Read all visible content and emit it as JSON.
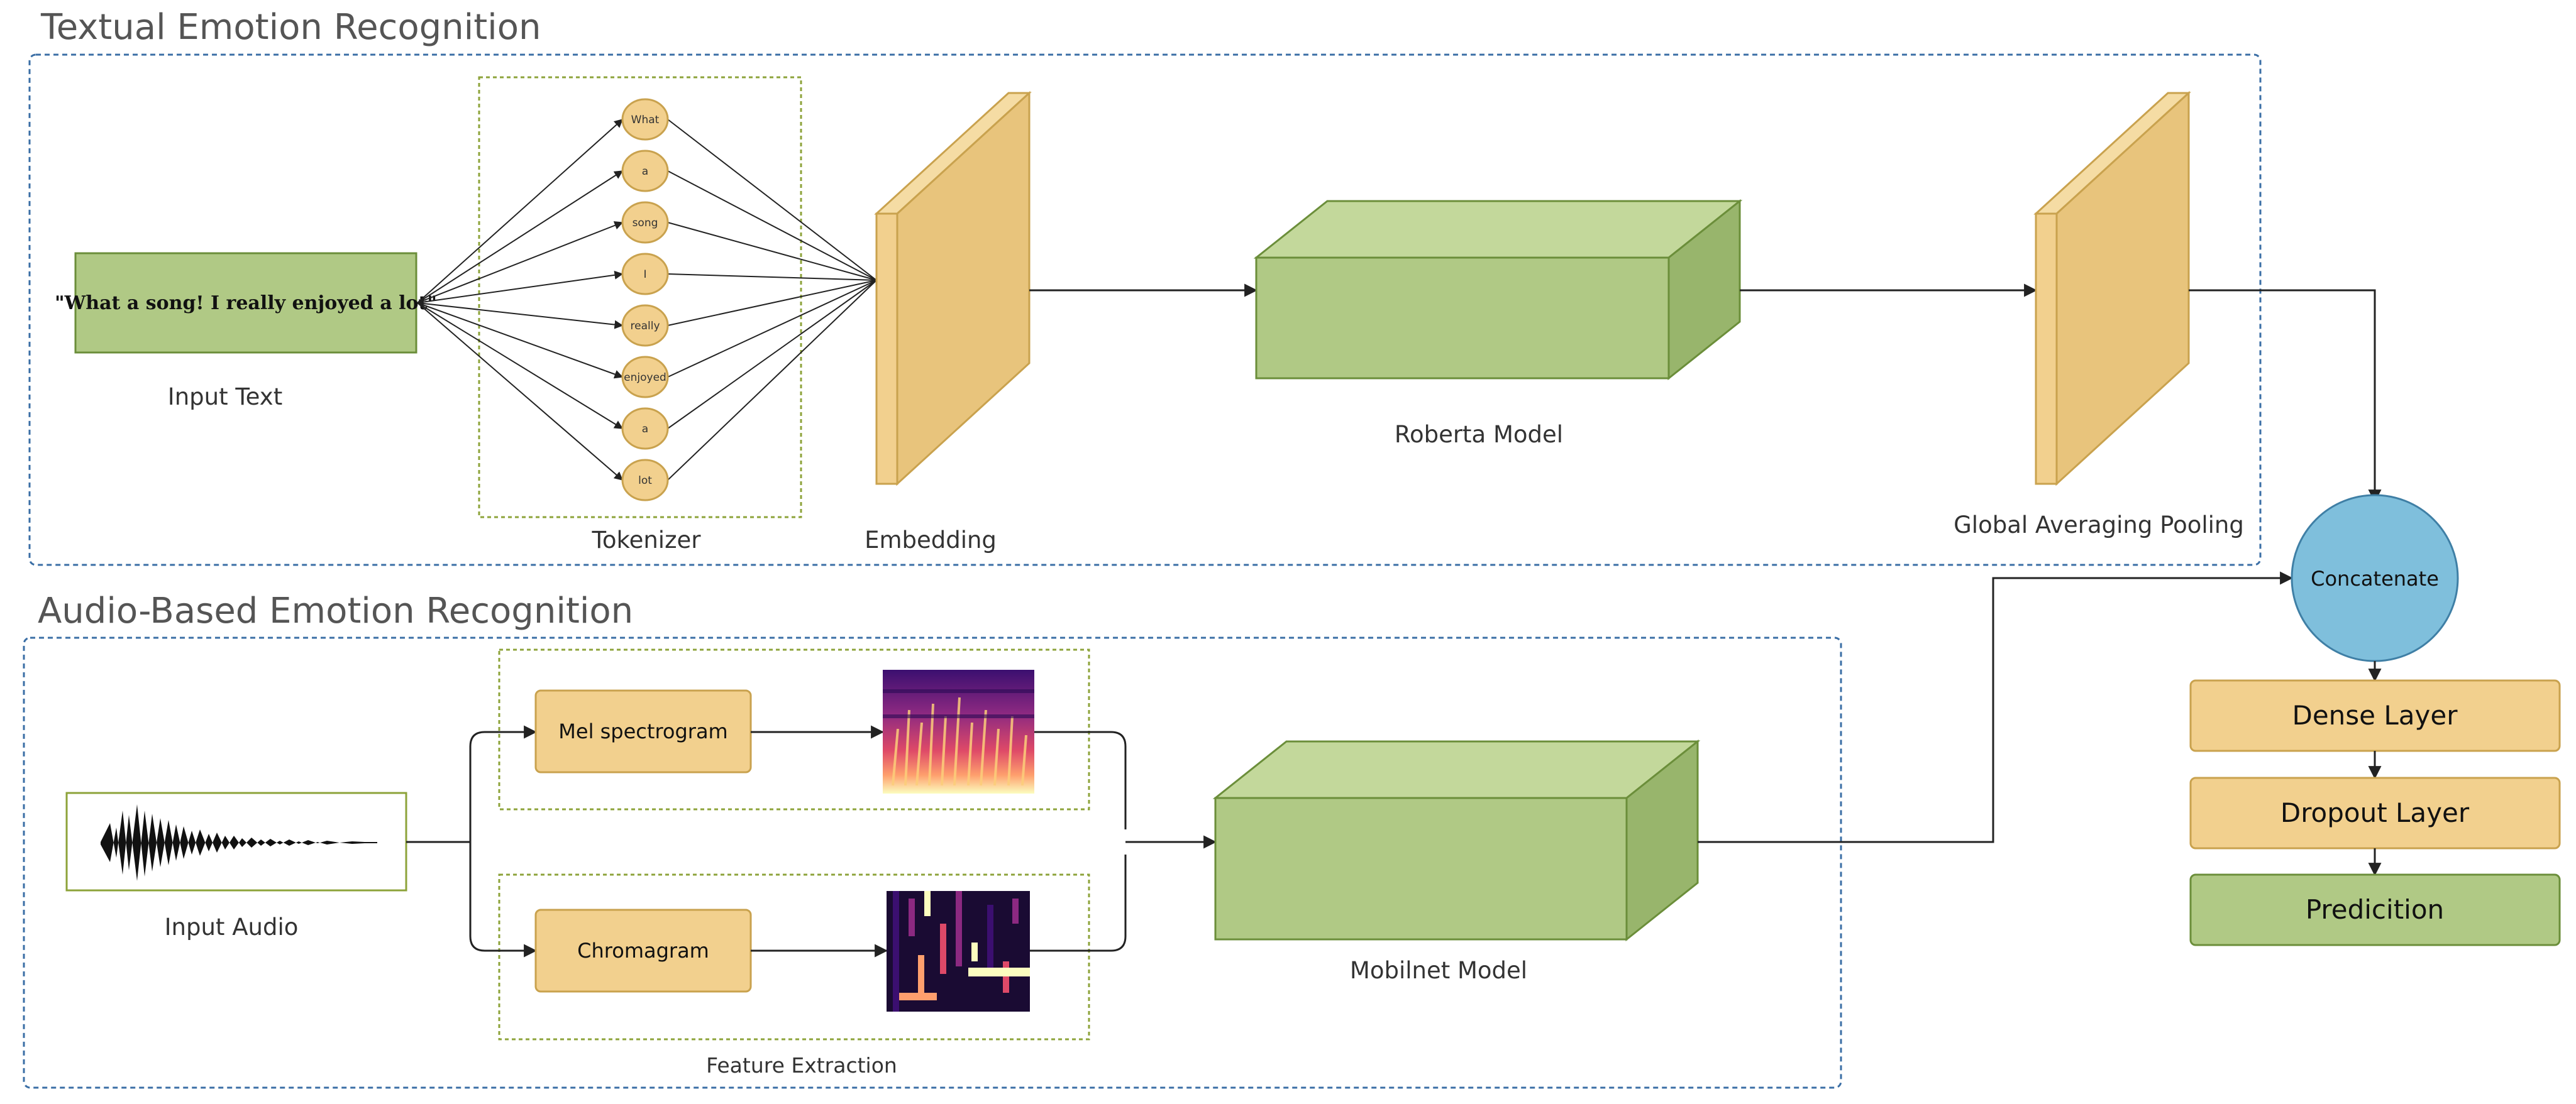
{
  "text_section": {
    "title": "Textual Emotion Recognition",
    "input_text": "\"What a song! I really enjoyed a lot\"",
    "input_label": "Input Text",
    "tokenizer_label": "Tokenizer",
    "tokens": [
      "What",
      "a",
      "song",
      "I",
      "really",
      "enjoyed",
      "a",
      "lot"
    ],
    "embedding_label": "Embedding",
    "roberta_label": "Roberta Model",
    "pooling_label": "Global Averaging Pooling"
  },
  "audio_section": {
    "title": "Audio-Based Emotion Recognition",
    "input_label": "Input Audio",
    "mel_label": "Mel spectrogram",
    "chroma_label": "Chromagram",
    "feature_label": "Feature Extraction",
    "mobilenet_label": "Mobilnet Model"
  },
  "head": {
    "concat_label": "Concatenate",
    "dense_label": "Dense Layer",
    "dropout_label": "Dropout Layer",
    "prediction_label": "Predicition"
  },
  "colors": {
    "green_fill": "#b0c985",
    "green_dark": "#98b56c",
    "green_stroke": "#6b8e3a",
    "orange_fill": "#f2d08e",
    "orange_dark": "#e0b86a",
    "orange_stroke": "#c9a24e",
    "blue_fill": "#7fbfdc",
    "blue_stroke": "#3f7fa5",
    "section_border": "#3a6ea5",
    "dashed_green": "#8da33a"
  }
}
